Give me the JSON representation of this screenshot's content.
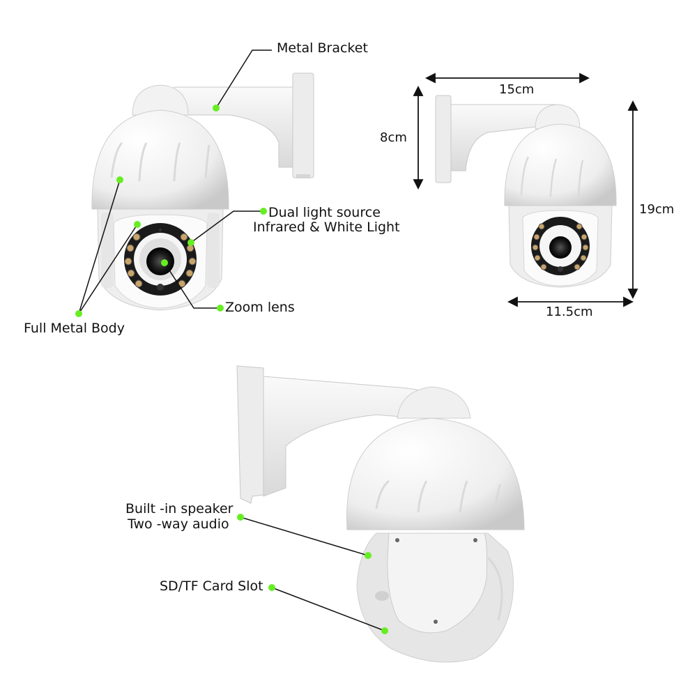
{
  "colors": {
    "callout_dot": "#66ee22",
    "line": "#111111",
    "body": "#f2f2f2",
    "shadow": "#cfcfcf"
  },
  "callouts": {
    "metal_bracket": "Metal Bracket",
    "dual_light_1": "Dual light source",
    "dual_light_2": "Infrared & White Light",
    "zoom_lens": "Zoom lens",
    "full_metal_body": "Full Metal Body",
    "speaker_1": "Built -in speaker",
    "speaker_2": "Two -way audio",
    "sd_slot": "SD/TF Card Slot"
  },
  "dimensions": {
    "width_bracket": "15cm",
    "height_bracket": "8cm",
    "height_total": "19cm",
    "width_dome": "11.5cm"
  }
}
